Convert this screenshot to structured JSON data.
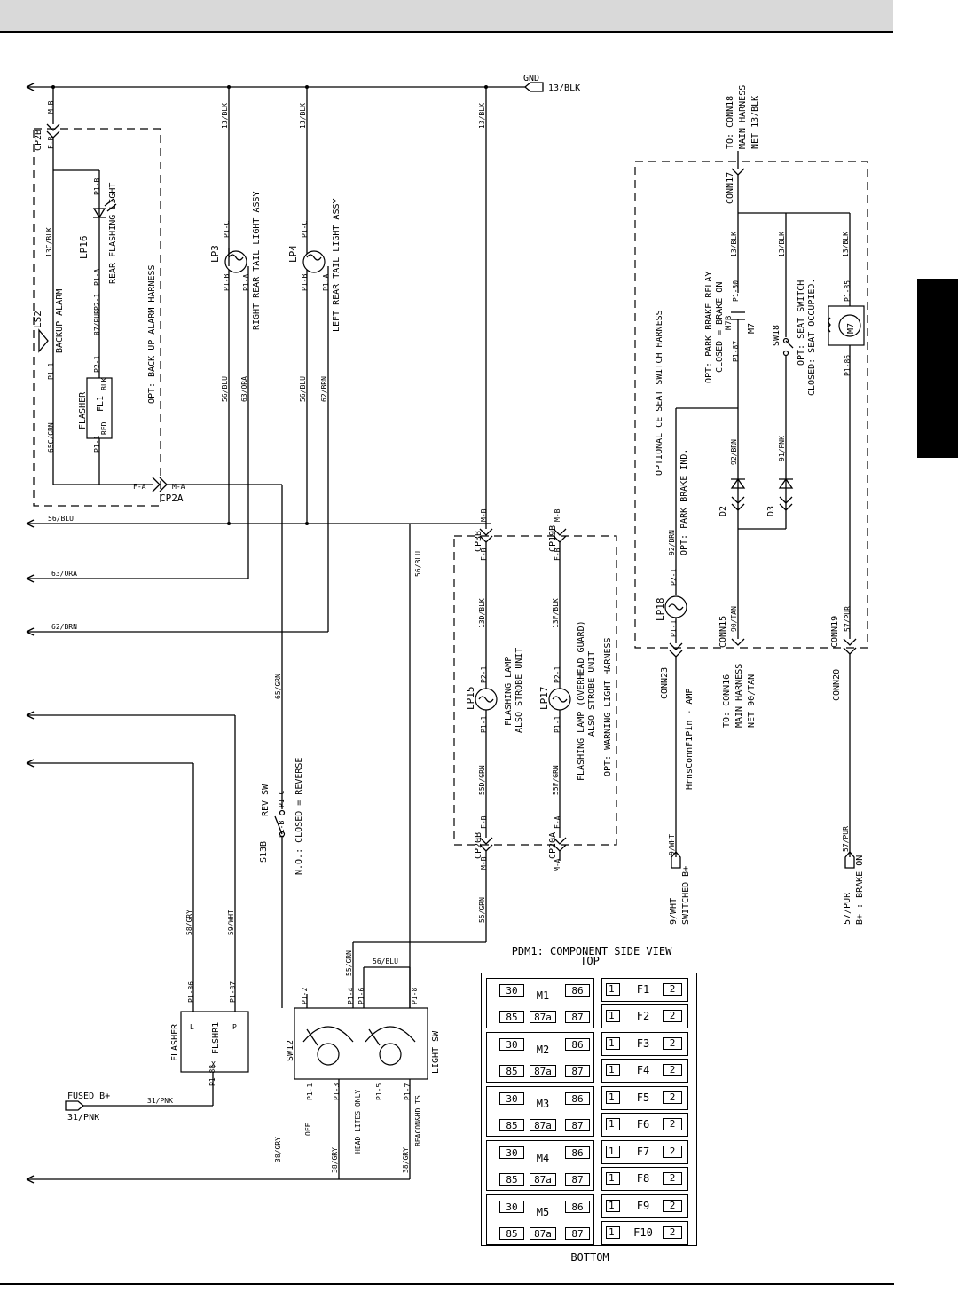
{
  "gnd": {
    "label": "GND",
    "net": "13/BLK"
  },
  "left_wires": {
    "w56": "56/BLU",
    "w63": "63/ORA",
    "w62": "62/BRN"
  },
  "backup_harness": {
    "cp2b": "CP2B",
    "cp2b_m": "M-B",
    "cp2b_f": "F-B",
    "cp2a": "CP2A",
    "cp2a_m": "M-A",
    "cp2a_f": "F-A",
    "lp16": "LP16",
    "lp16_desc": "REAR FLASHING LIGHT",
    "lp16_pa": "P1-A",
    "lp16_pb": "P1-B",
    "w13c": "13C/BLK",
    "ls2": "LS2",
    "ls2_desc": "BACKUP ALARM",
    "ls2_p1": "P1-1",
    "ls2_p2": "P2-1",
    "w87": "87/PUR",
    "flasher": "FLASHER",
    "fl1": "FL1",
    "red": "RED",
    "blk": "BLK",
    "fl_p1": "P1-1",
    "fl_p2": "P2-1",
    "w65c": "65C/GRN",
    "opt": "OPT: BACK UP ALARM HARNESS"
  },
  "lamps": {
    "w13a": "13/BLK",
    "w13b": "13/BLK",
    "w13c": "13/BLK",
    "lp3": "LP3",
    "lp3_desc": "RIGHT REAR TAIL LIGHT ASSY",
    "lp4": "LP4",
    "lp4_desc": "LEFT REAR TAIL LIGHT ASSY",
    "pc": "P1-C",
    "pb": "P1-B",
    "pa": "P1-A",
    "w56a": "56/BLU",
    "w63": "63/ORA",
    "w56b": "56/BLU",
    "w62": "62/BRN"
  },
  "warning": {
    "cp3b": "CP3B",
    "cp19b": "CP19B",
    "cp20b": "CP20B",
    "cp20a": "CP20A",
    "mb": "M-B",
    "fb": "F-B",
    "ma": "M-A",
    "fa": "F-A",
    "w13d": "13D/BLK",
    "w13f": "13F/BLK",
    "lp15": "LP15",
    "lp15_desc1": "FLASHING LAMP",
    "lp15_desc2": "ALSO STROBE UNIT",
    "lp17": "LP17",
    "lp17_desc1": "FLASHING LAMP (OVERHEAD GUARD)",
    "lp17_desc2": "ALSO STROBE UNIT",
    "p21": "P2-1",
    "p11": "P1-1",
    "w55d": "55D/GRN",
    "w55f": "55F/GRN",
    "opt": "OPT: WARNING LIGHT HARNESS",
    "w55": "55/GRN",
    "w56": "56/BLU"
  },
  "mid": {
    "w65": "65/GRN",
    "w58": "58/GRY",
    "w59": "59/WHT",
    "s13b": "S13B",
    "rev_sw": "REV SW",
    "s13_pc": "P1-C",
    "s13_pb": "P1-B",
    "no_closed": "N.O.: CLOSED = REVERSE",
    "w38": "38/GRY"
  },
  "flasher2": {
    "flasher": "FLASHER",
    "flshr1": "FLSHR1",
    "l": "L",
    "p": "P",
    "x": "X",
    "p86": "P1-86",
    "p87": "P1-87",
    "p88": "P1-88",
    "fused": "FUSED B+",
    "w31": "31/PNK",
    "w31b": "31/PNK"
  },
  "light_sw": {
    "sw12": "SW12",
    "light": "LIGHT SW",
    "p2": "P1-2",
    "p4": "P1-4",
    "p6": "P1-6",
    "p8": "P1-8",
    "p1": "P1-1",
    "p3": "P1-3",
    "p5": "P1-5",
    "p7": "P1-7",
    "off": "OFF",
    "head": "HEAD LITES ONLY",
    "beacon": "BEACON&HDLTS",
    "w55": "55/GRN",
    "w56": "56/BLU",
    "w38a": "38/GRY",
    "w38b": "38/GRY",
    "w38c": "38/GRY"
  },
  "seat": {
    "to18_a": "TO: CONN18",
    "to18_b": "MAIN HARNESS",
    "to18_c": "NET 13/BLK",
    "conn17": "CONN17",
    "w13a": "13/BLK",
    "w13b": "13/BLK",
    "w13c": "13/BLK",
    "m7b": "M7B",
    "m7": "M7",
    "opt_relay1": "OPT: PARK BRAKE RELAY",
    "opt_relay2": "CLOSED = BRAKE ON",
    "p30": "P1-30",
    "p87": "P1-87",
    "sw18": "SW18",
    "opt_seat1": "OPT: SEAT SWITCH",
    "opt_seat2": "CLOSED: SEAT OCCUPIED.",
    "p85": "P1-85",
    "p86": "P1-86",
    "m7mot": "M7",
    "harness": "OPTIONAL CE SEAT SWITCH HARNESS",
    "w92": "92/BRN",
    "w91": "91/PNK",
    "d2": "D2",
    "d3": "D3",
    "lp18": "LP18",
    "opt_park": "OPT: PARK BRAKE IND.",
    "w92b": "92/BRN",
    "lp18_p1": "P1-1",
    "lp18_p2": "P2-1",
    "conn15": "CONN15",
    "w90": "90/TAN",
    "conn19": "CONN19",
    "w57": "57/PUR",
    "conn23": "CONN23",
    "conn20": "CONN20",
    "hrns": "HrnsConnF1Pin - AMP",
    "to16_a": "TO: CONN16",
    "to16_b": "MAIN HARNESS",
    "to16_c": "NET 90/TAN",
    "w9": "9/WHT",
    "w9b": "9/WHT",
    "switched": "SWITCHED B+",
    "w57b": "57/PUR",
    "w57c": "57/PUR",
    "brake_on": "B+ : BRAKE ON"
  },
  "pdm": {
    "title": "PDM1: COMPONENT SIDE VIEW",
    "top": "TOP",
    "bottom": "BOTTOM",
    "relays": [
      {
        "name": "M1",
        "t30": "30",
        "t86": "86",
        "t85": "85",
        "t87a": "87a",
        "t87": "87"
      },
      {
        "name": "M2",
        "t30": "30",
        "t86": "86",
        "t85": "85",
        "t87a": "87a",
        "t87": "87"
      },
      {
        "name": "M3",
        "t30": "30",
        "t86": "86",
        "t85": "85",
        "t87a": "87a",
        "t87": "87"
      },
      {
        "name": "M4",
        "t30": "30",
        "t86": "86",
        "t85": "85",
        "t87a": "87a",
        "t87": "87"
      },
      {
        "name": "M5",
        "t30": "30",
        "t86": "86",
        "t85": "85",
        "t87a": "87a",
        "t87": "87"
      }
    ],
    "fuses": [
      {
        "l": "1",
        "name": "F1",
        "r": "2"
      },
      {
        "l": "1",
        "name": "F2",
        "r": "2"
      },
      {
        "l": "1",
        "name": "F3",
        "r": "2"
      },
      {
        "l": "1",
        "name": "F4",
        "r": "2"
      },
      {
        "l": "1",
        "name": "F5",
        "r": "2"
      },
      {
        "l": "1",
        "name": "F6",
        "r": "2"
      },
      {
        "l": "1",
        "name": "F7",
        "r": "2"
      },
      {
        "l": "1",
        "name": "F8",
        "r": "2"
      },
      {
        "l": "1",
        "name": "F9",
        "r": "2"
      },
      {
        "l": "1",
        "name": "F10",
        "r": "2"
      }
    ]
  }
}
